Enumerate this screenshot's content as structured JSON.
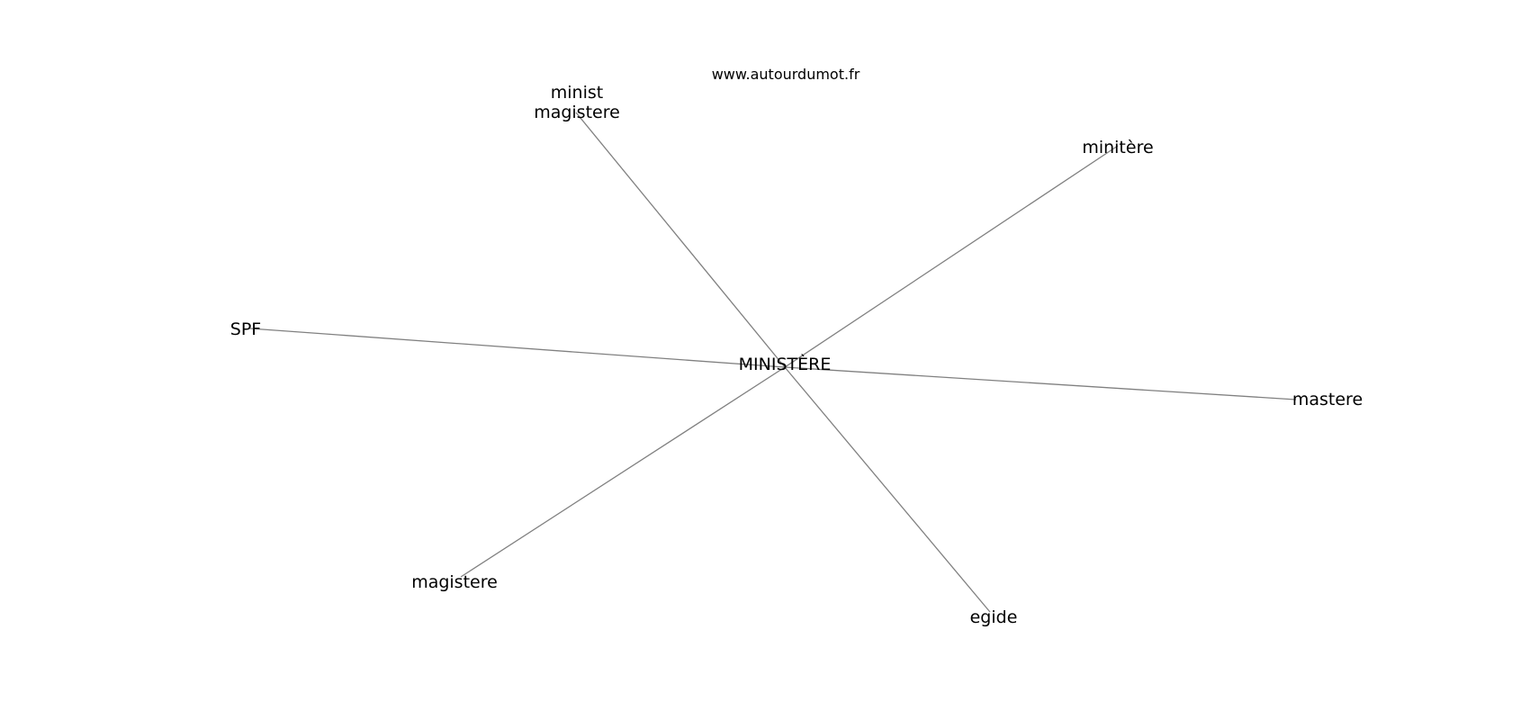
{
  "source_label": "www.autourdumot.fr",
  "center": {
    "id": "center",
    "label": "MINISTÈRE"
  },
  "nodes": [
    {
      "id": "minist-magistere",
      "lines": [
        "minist",
        "magistere"
      ]
    },
    {
      "id": "minitere",
      "lines": [
        "minitère"
      ]
    },
    {
      "id": "spf",
      "lines": [
        "SPF"
      ]
    },
    {
      "id": "mastere",
      "lines": [
        "mastere"
      ]
    },
    {
      "id": "magistere",
      "lines": [
        "magistere"
      ]
    },
    {
      "id": "egide",
      "lines": [
        "egide"
      ]
    }
  ],
  "edges": [
    {
      "from": "center",
      "to": "minist-magistere"
    },
    {
      "from": "center",
      "to": "minitere"
    },
    {
      "from": "center",
      "to": "spf"
    },
    {
      "from": "center",
      "to": "mastere"
    },
    {
      "from": "center",
      "to": "magistere"
    },
    {
      "from": "center",
      "to": "egide"
    }
  ],
  "colors": {
    "edge": "#808080",
    "text": "#000000",
    "background": "#ffffff"
  }
}
